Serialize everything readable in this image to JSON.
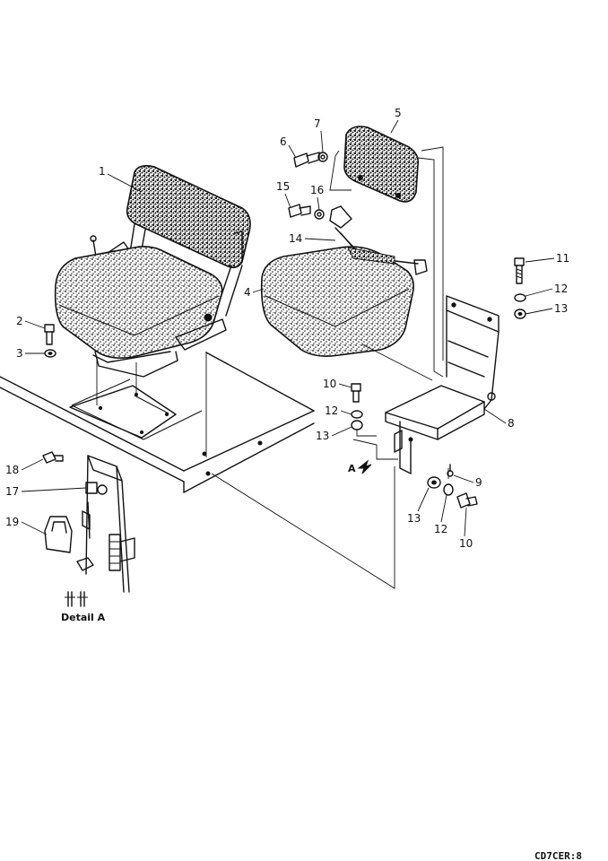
{
  "callouts": {
    "c1": "1",
    "c2": "2",
    "c3": "3",
    "c4": "4",
    "c5": "5",
    "c6": "6",
    "c7": "7",
    "c8": "8",
    "c9": "9",
    "c10a": "10",
    "c10b": "10",
    "c11": "11",
    "c12a": "12",
    "c12b": "12",
    "c12c": "12",
    "c13a": "13",
    "c13b": "13",
    "c13c": "13",
    "c14": "14",
    "c15": "15",
    "c16": "16",
    "c17": "17",
    "c18": "18",
    "c19": "19"
  },
  "view_arrow": "A",
  "detail_caption": "Detail A",
  "drawing_code": "CD7CER:8"
}
